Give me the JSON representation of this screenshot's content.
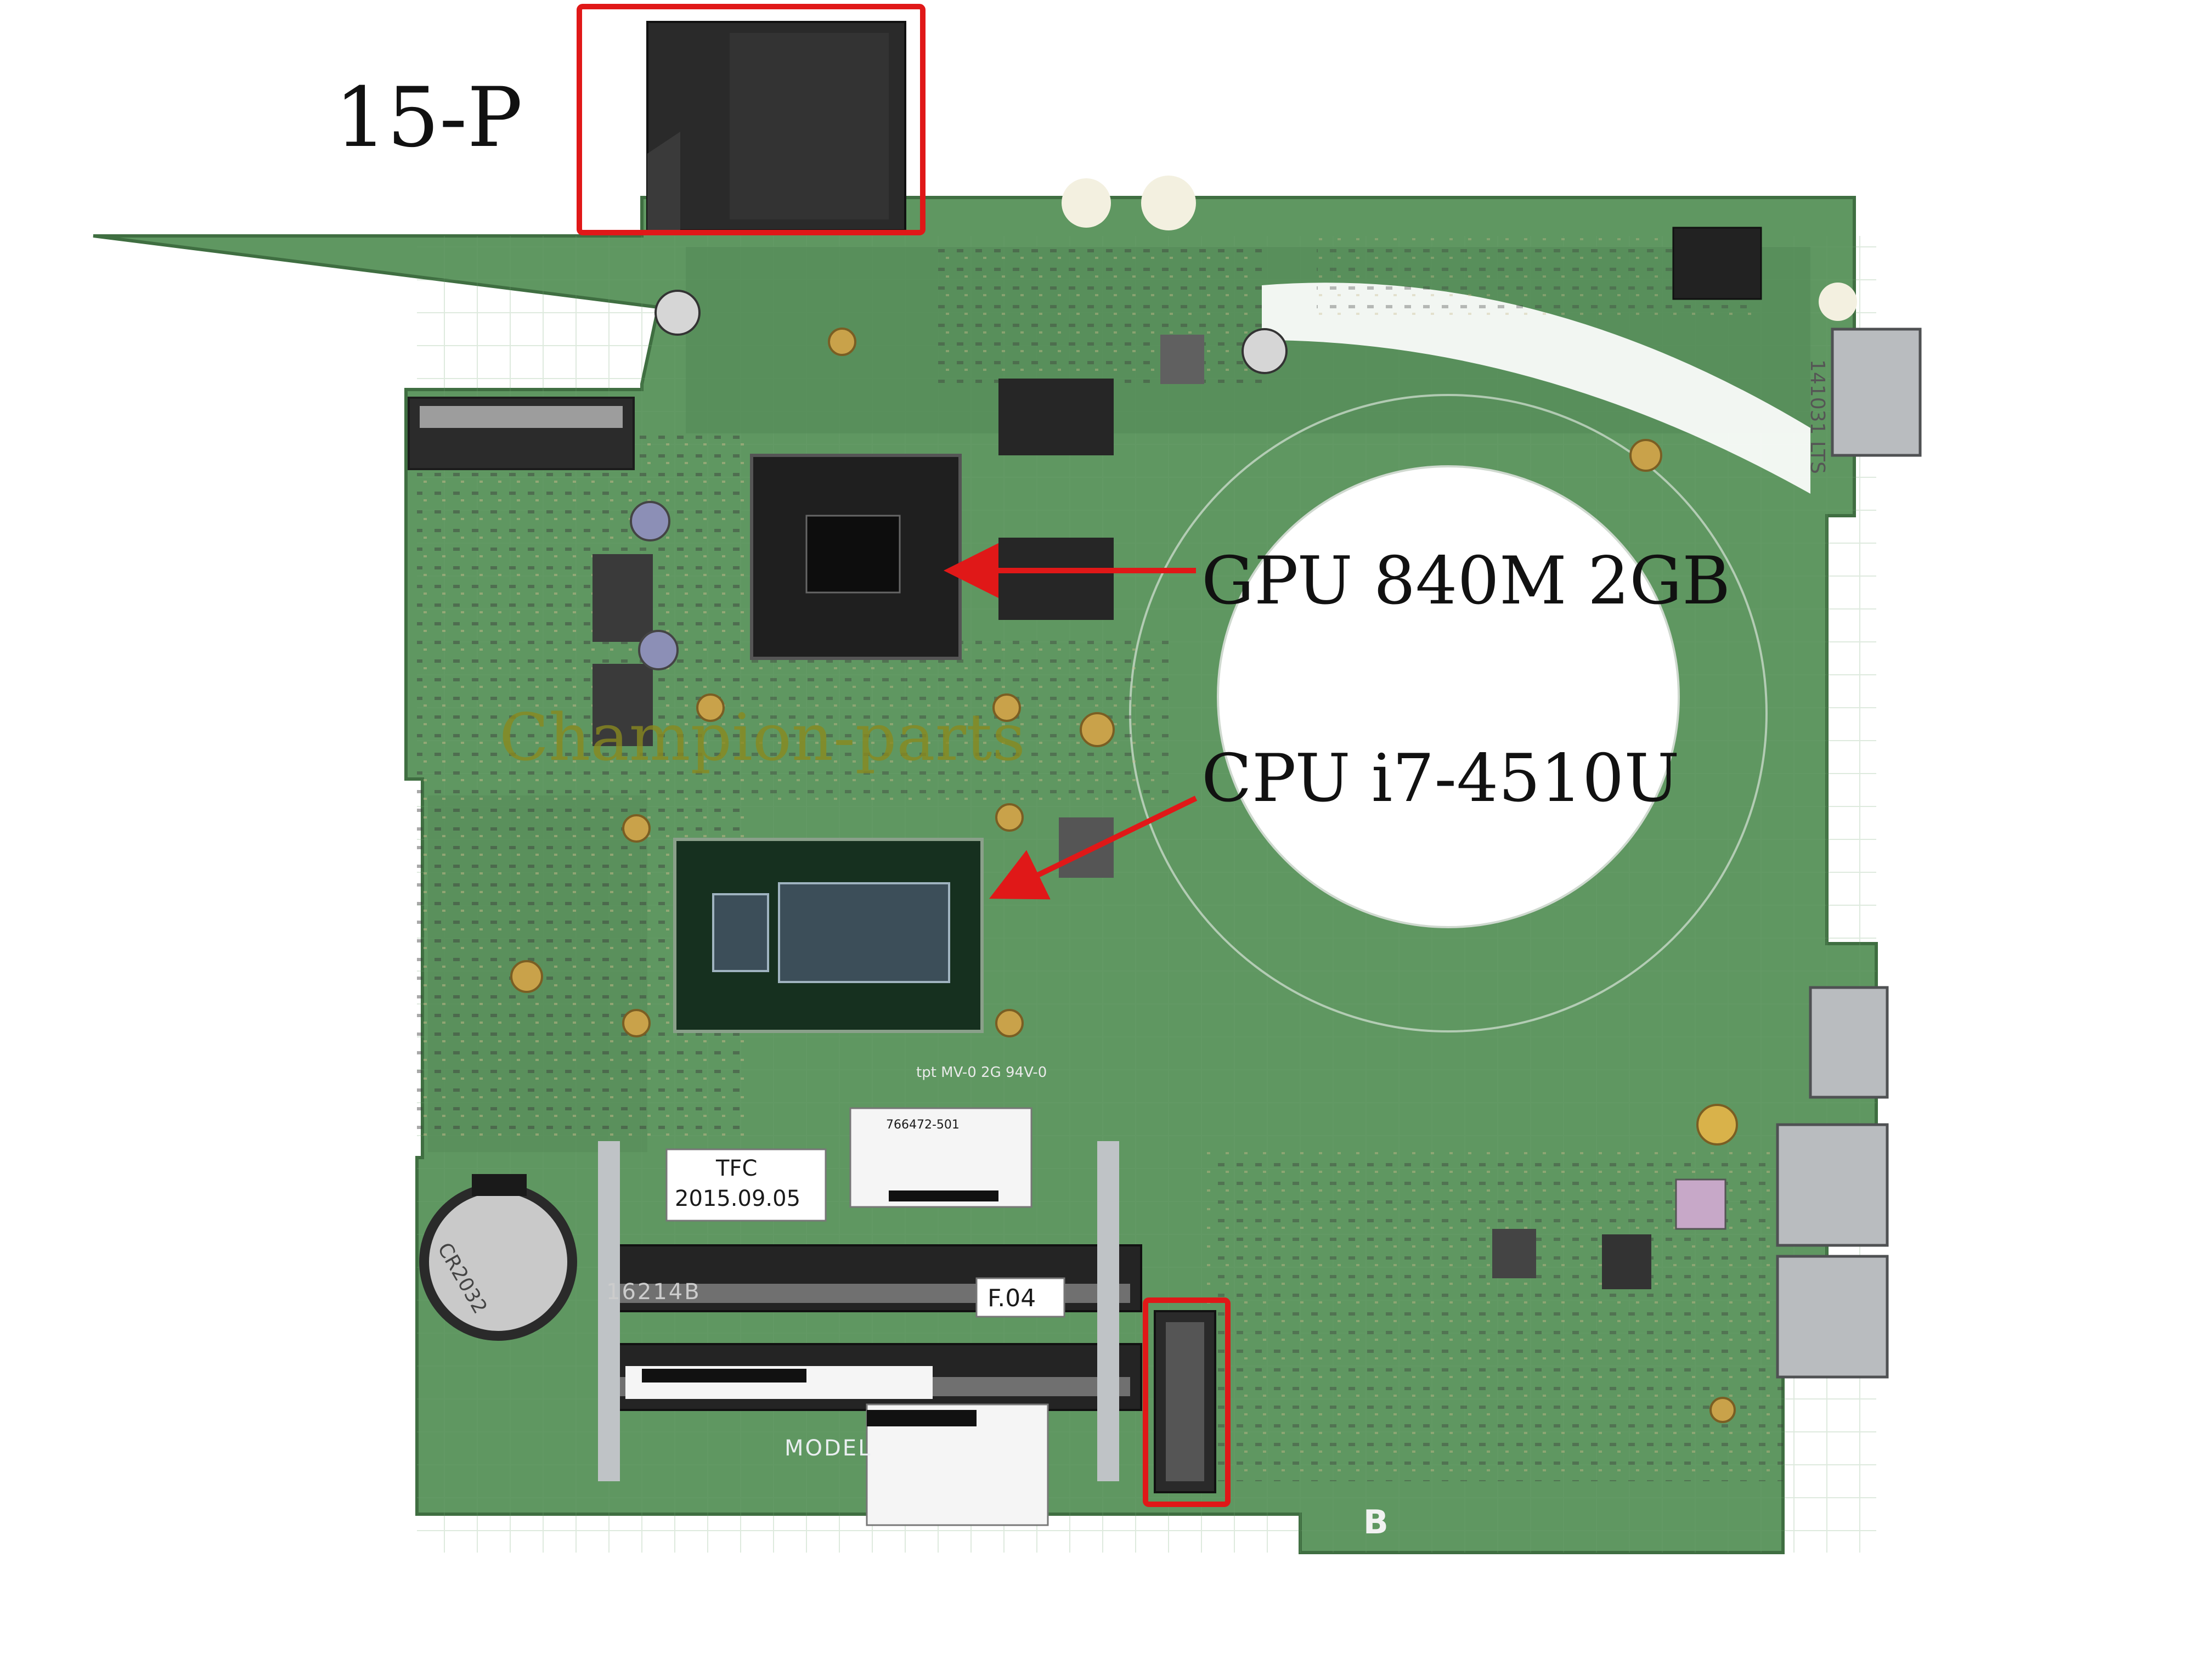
{
  "annotations": {
    "model": "15-P",
    "gpu": "GPU 840M 2GB",
    "cpu": "CPU i7-4510U",
    "watermark": "Champion-parts"
  },
  "board_markings": {
    "tfc": "TFC",
    "date": "2015.09.05",
    "revision_tag": "F.04",
    "part_number": "766472-501",
    "model_text": "MODEL",
    "side_mark": "B",
    "ram_slot_code": "16214B",
    "coin_cell": "CR2032",
    "usb_port_code": "141031 LTS",
    "fab_code": "tpt MV-0 2G 94V-0"
  },
  "colors": {
    "pcb": "#5f9761",
    "pcb_dark": "#4d8550",
    "highlight_box": "#e01818",
    "arrow": "#e01818",
    "watermark": "#8a8a1e"
  },
  "highlights": [
    "top-power-jack-box",
    "center-lower-connector-box"
  ]
}
